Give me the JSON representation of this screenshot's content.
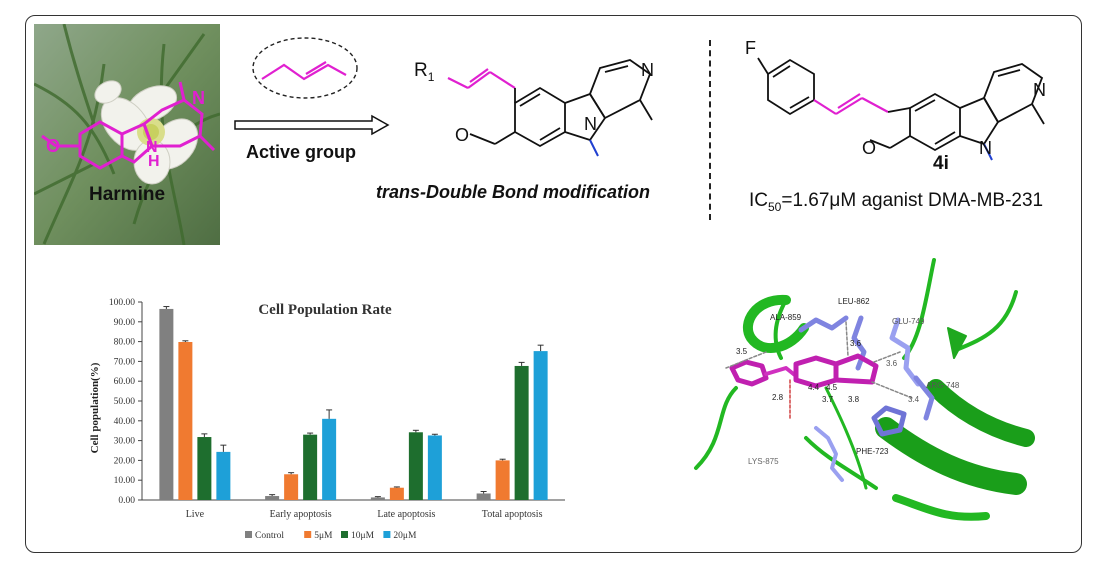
{
  "photo": {
    "label": "Harmine"
  },
  "arrow": {
    "label": "Active group"
  },
  "middle": {
    "r_group": "R",
    "r_sub": "1",
    "nitrogen": "N",
    "nitrogen2": "N",
    "caption": "trans-Double Bond  modification"
  },
  "right": {
    "fluorine": "F",
    "nitrogen": "N",
    "nitrogen2": "N",
    "compound": "4i",
    "ic_prefix": "IC",
    "ic_sub": "50",
    "ic_rest": "=1.67μM aganist DMA-MB-231"
  },
  "colors": {
    "magenta": "#e020d0",
    "nmethyl": "#2040d0",
    "green": "#1e6e2e",
    "orange": "#f07a30",
    "blue": "#1ea0d8",
    "gray": "#808080"
  },
  "chart_data": {
    "type": "bar",
    "title": "Cell Population Rate",
    "xlabel": "",
    "ylabel": "Cell population(%)",
    "ylim": [
      0,
      100
    ],
    "yticks": [
      "0.00",
      "10.00",
      "20.00",
      "30.00",
      "40.00",
      "50.00",
      "60.00",
      "70.00",
      "80.00",
      "90.00",
      "100.00"
    ],
    "categories": [
      "Live",
      "Early apoptosis",
      "Late apoptosis",
      "Total apoptosis"
    ],
    "series": [
      {
        "name": "Control",
        "color": "#808080",
        "values": [
          96.5,
          2.0,
          1.3,
          3.3
        ],
        "errors": [
          1.2,
          0.7,
          0.4,
          1.0
        ]
      },
      {
        "name": "5μM",
        "color": "#f07a30",
        "values": [
          79.8,
          13.0,
          6.2,
          20.0
        ],
        "errors": [
          0.6,
          0.8,
          0.4,
          0.6
        ]
      },
      {
        "name": "10μM",
        "color": "#1e6e2e",
        "values": [
          31.8,
          33.0,
          34.2,
          67.7
        ],
        "errors": [
          1.6,
          0.8,
          1.0,
          1.8
        ]
      },
      {
        "name": "20μM",
        "color": "#1ea0d8",
        "values": [
          24.3,
          41.0,
          32.6,
          75.2
        ],
        "errors": [
          3.4,
          4.5,
          0.6,
          3.0
        ]
      }
    ],
    "legend": "bottom"
  },
  "docking": {
    "residues": [
      "LEU-862",
      "ALA-859",
      "GLU-749",
      "ARG-748",
      "PHE-723",
      "LYS-875"
    ],
    "distances": [
      "3.5",
      "3.6",
      "3.6",
      "2.8",
      "3.7",
      "4.4",
      "4.5",
      "3.8",
      "3.4"
    ]
  }
}
